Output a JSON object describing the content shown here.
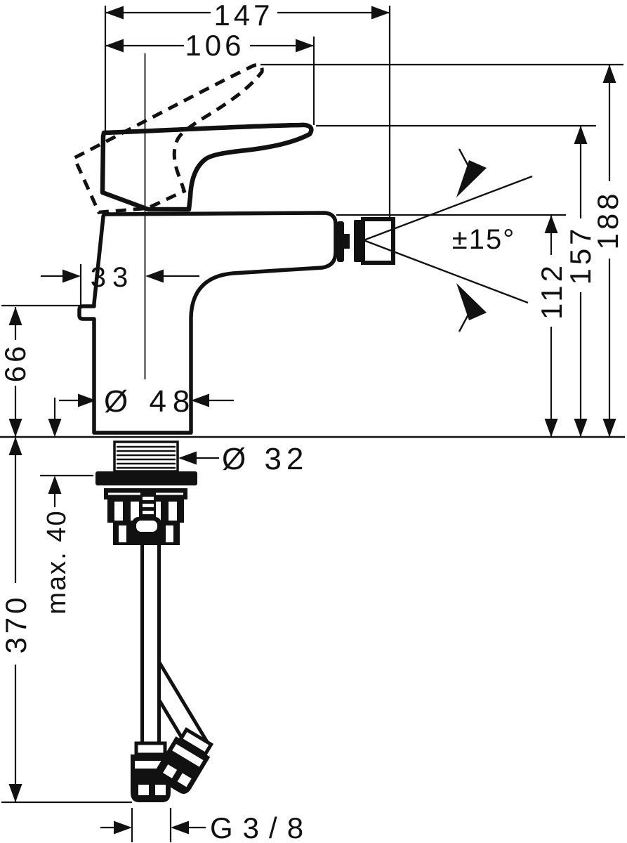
{
  "page": {
    "background": "#ffffff",
    "line_color": "#111111"
  },
  "drawing": {
    "kind": "faucet-installation-dimension-drawing",
    "labels": {
      "projection_total": "147",
      "projection_handle": "106",
      "height_handle_raised": "188",
      "height_handle": "157",
      "height_spout": "112",
      "spout_swivel_angle": "±15°",
      "rod_offset": "33",
      "rod_height": "66",
      "body_diameter": "Ø 48",
      "shank_diameter": "Ø 32",
      "max_mounting_thickness": "max. 40",
      "hose_length": "370",
      "connection_thread": "G3/8"
    }
  }
}
